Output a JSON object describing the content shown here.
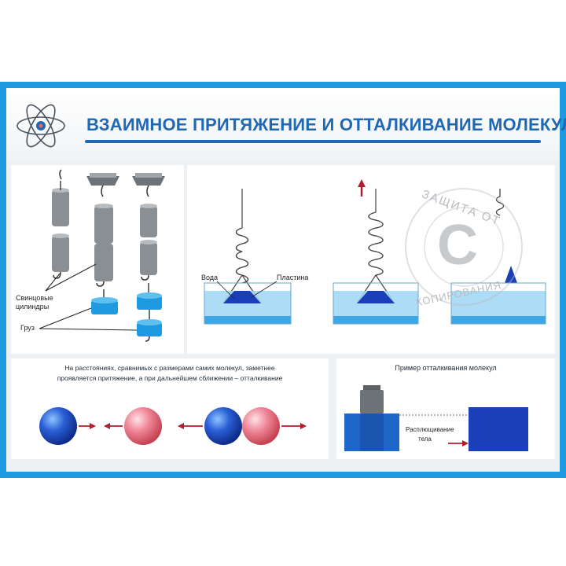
{
  "title": "ВЗАИМНОЕ ПРИТЯЖЕНИЕ И ОТТАЛКИВАНИЕ МОЛЕКУЛ",
  "panel_lead": {
    "label_cylinders": "Свинцовые цилиндры",
    "label_weight": "Груз"
  },
  "panel_water": {
    "label_water": "Вода",
    "label_plate": "Пластина"
  },
  "watermark": {
    "top": "ЗАЩИТА ОТ",
    "bottom": "КОПИРОВАНИЯ",
    "letter": "C"
  },
  "panel_molecules": {
    "caption_line1": "На расстояниях, сравнимых с размерами самих молекул, заметнее",
    "caption_line2": "проявляется притяжение, а при дальнейшем сближении – отталкивание"
  },
  "panel_repulsion": {
    "heading": "Пример отталкивания молекул",
    "label_line1": "Расплющивание",
    "label_line2": "тела"
  },
  "colors": {
    "frame": "#1e9be0",
    "title": "#1f68b3",
    "blue_molecule": "#1a3fb8",
    "pink_molecule": "#e0657a",
    "arrow": "#b01e2e"
  }
}
